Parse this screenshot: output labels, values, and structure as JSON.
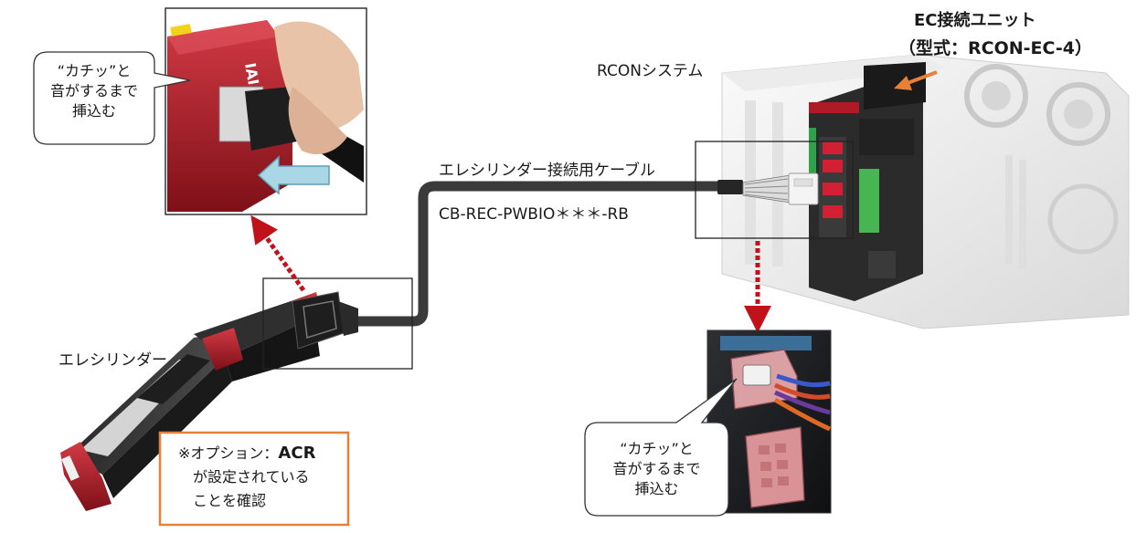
{
  "unit": {
    "title_line1": "EC接続ユニット",
    "title_line2": "（型式：RCON-EC-4）"
  },
  "system_label": "RCONシステム",
  "cable": {
    "name": "エレシリンダー接続用ケーブル",
    "model": "CB-REC-PWBIO＊＊＊-RB"
  },
  "actuator_label": "エレシリンダー",
  "callout_top": {
    "line1": "“カチッ”と",
    "line2": "音がするまで",
    "line3": "挿込む"
  },
  "callout_bottom": {
    "line1": "“カチッ”と",
    "line2": "音がするまで",
    "line3": "挿込む"
  },
  "option_note": {
    "prefix": "※オプション：",
    "code": "ACR",
    "line2": "が設定されている",
    "line3": "ことを確認"
  },
  "colors": {
    "accent_orange": "#E8803A",
    "arrow_red": "#C0121B",
    "cable": "#3a3a3a",
    "callout_border": "#333333"
  }
}
